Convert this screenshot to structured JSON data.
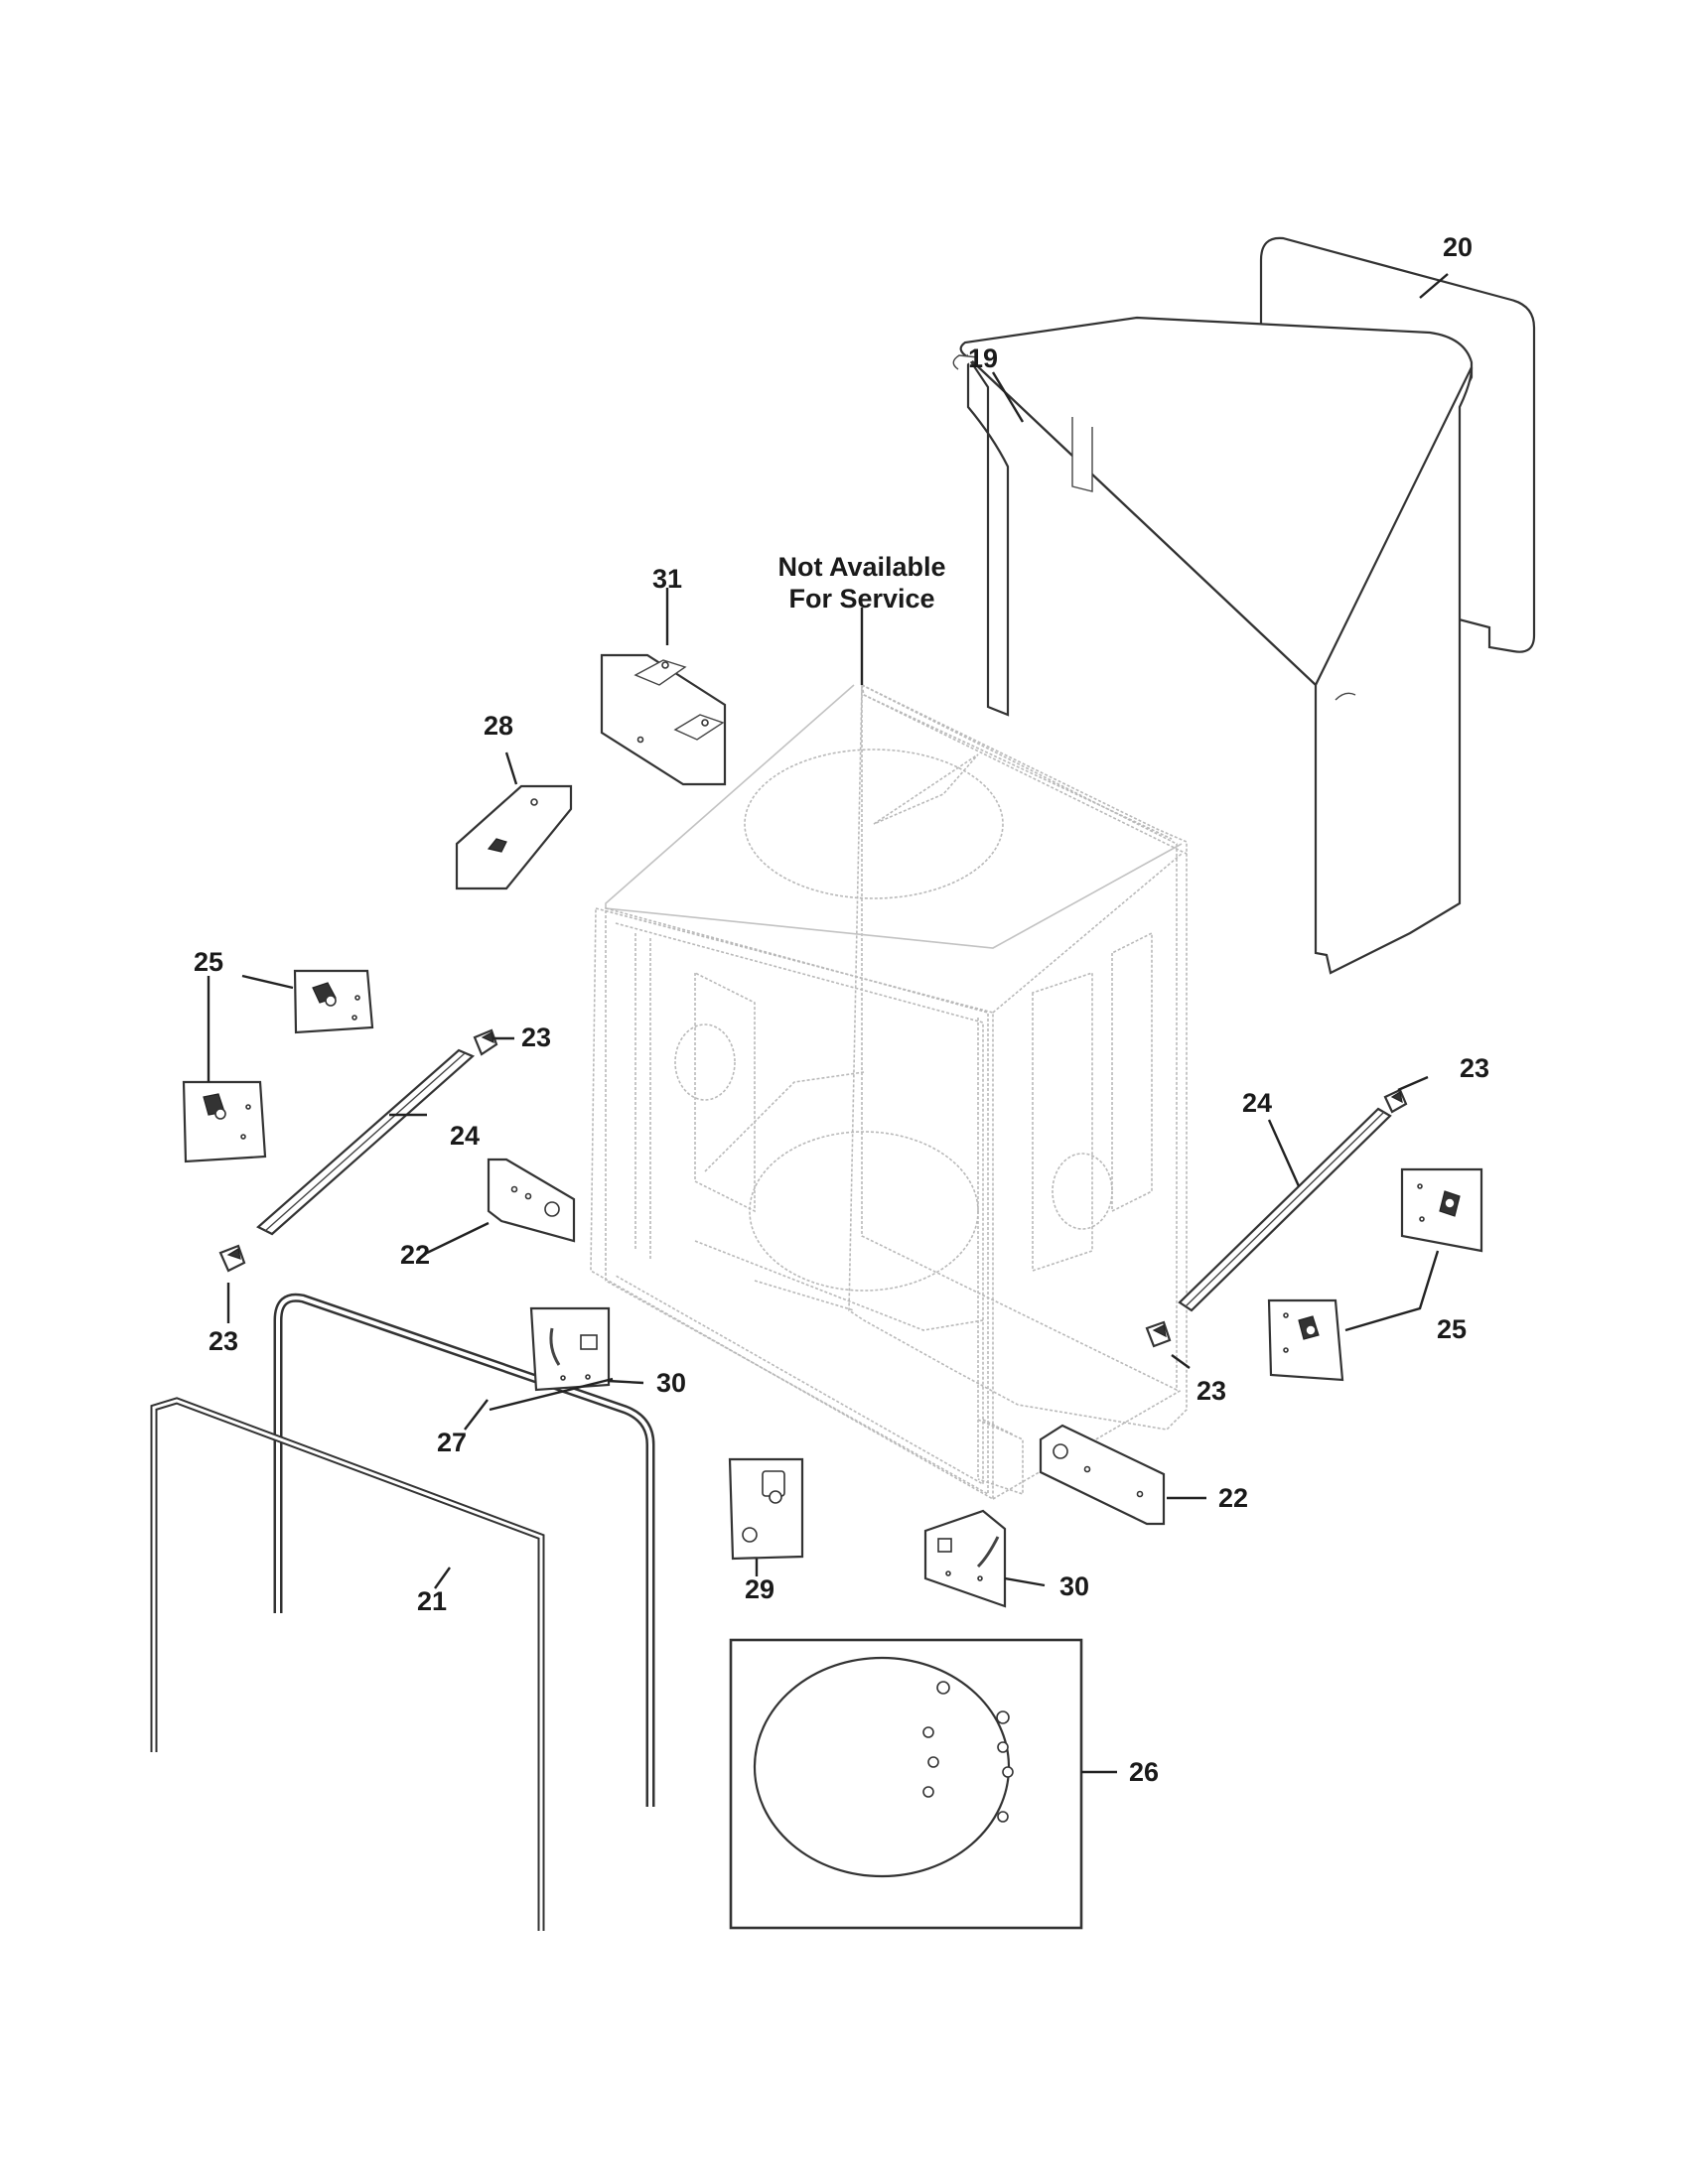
{
  "diagram": {
    "note": {
      "line1": "Not Available",
      "line2": "For Service"
    },
    "callouts": {
      "c19": "19",
      "c20": "20",
      "c21": "21",
      "c22a": "22",
      "c22b": "22",
      "c23a": "23",
      "c23b": "23",
      "c23c": "23",
      "c23d": "23",
      "c24a": "24",
      "c24b": "24",
      "c25a": "25",
      "c25b": "25",
      "c26": "26",
      "c27": "27",
      "c28": "28",
      "c29": "29",
      "c30a": "30",
      "c30b": "30",
      "c31": "31"
    }
  }
}
